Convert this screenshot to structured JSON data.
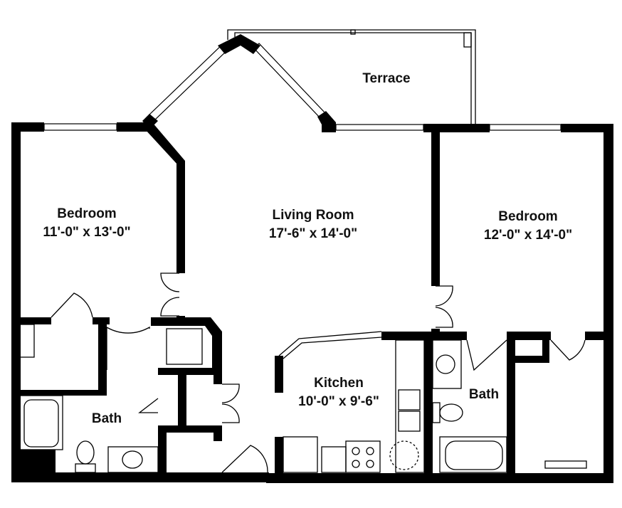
{
  "rooms": {
    "terrace": {
      "name": "Terrace"
    },
    "bedroom_left": {
      "name": "Bedroom",
      "size": "11'-0\" x 13'-0\""
    },
    "living_room": {
      "name": "Living Room",
      "size": "17'-6\" x 14'-0\""
    },
    "bedroom_right": {
      "name": "Bedroom",
      "size": "12'-0\" x 14'-0\""
    },
    "kitchen": {
      "name": "Kitchen",
      "size": "10'-0\" x 9'-6\""
    },
    "bath_left": {
      "name": "Bath"
    },
    "bath_right": {
      "name": "Bath"
    }
  },
  "colors": {
    "wall": "#000000",
    "background": "#ffffff"
  }
}
